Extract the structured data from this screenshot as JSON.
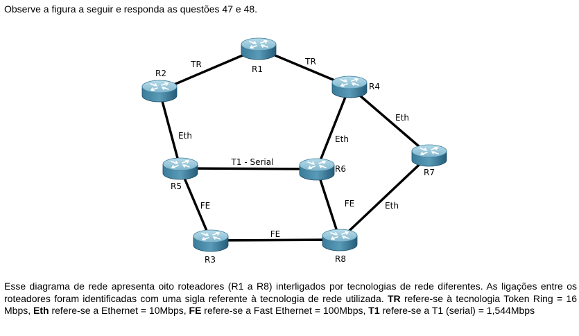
{
  "intro": "Observe a figura a seguir e responda as questões 47 e 48.",
  "routers": [
    {
      "id": "R1",
      "label": "R1"
    },
    {
      "id": "R2",
      "label": "R2"
    },
    {
      "id": "R3",
      "label": "R3"
    },
    {
      "id": "R4",
      "label": "R4"
    },
    {
      "id": "R5",
      "label": "R5"
    },
    {
      "id": "R6",
      "label": "R6"
    },
    {
      "id": "R7",
      "label": "R7"
    },
    {
      "id": "R8",
      "label": "R8"
    }
  ],
  "links": [
    {
      "from": "R2",
      "to": "R1",
      "label": "TR"
    },
    {
      "from": "R1",
      "to": "R4",
      "label": "TR"
    },
    {
      "from": "R2",
      "to": "R5",
      "label": "Eth"
    },
    {
      "from": "R4",
      "to": "R6",
      "label": "Eth"
    },
    {
      "from": "R4",
      "to": "R7",
      "label": "Eth"
    },
    {
      "from": "R5",
      "to": "R6",
      "label": "T1 - Serial"
    },
    {
      "from": "R5",
      "to": "R3",
      "label": "FE"
    },
    {
      "from": "R3",
      "to": "R8",
      "label": "FE"
    },
    {
      "from": "R6",
      "to": "R8",
      "label": "FE"
    },
    {
      "from": "R7",
      "to": "R8",
      "label": "Eth"
    }
  ],
  "caption": {
    "p1": "Esse diagrama de rede apresenta oito roteadores (R1 a R8) interligados por tecnologias de rede diferentes. As ligações entre os roteadores foram identificadas com uma sigla referente à tecnologia de rede utilizada. ",
    "tr_abbr": "TR",
    "p2": " refere-se à tecnologia Token Ring = 16 Mbps, ",
    "eth_abbr": "Eth",
    "p3": " refere-se a Ethernet = 10Mbps, ",
    "fe_abbr": "FE",
    "p4": " refere-se a Fast Ethernet = 100Mbps, ",
    "t1_abbr": "T1",
    "p5": " refere-se a  T1 (serial) = 1,544Mbps"
  },
  "colors": {
    "router_top": "#8fc1d6",
    "router_side": "#2f6f8e",
    "link": "#000000"
  }
}
